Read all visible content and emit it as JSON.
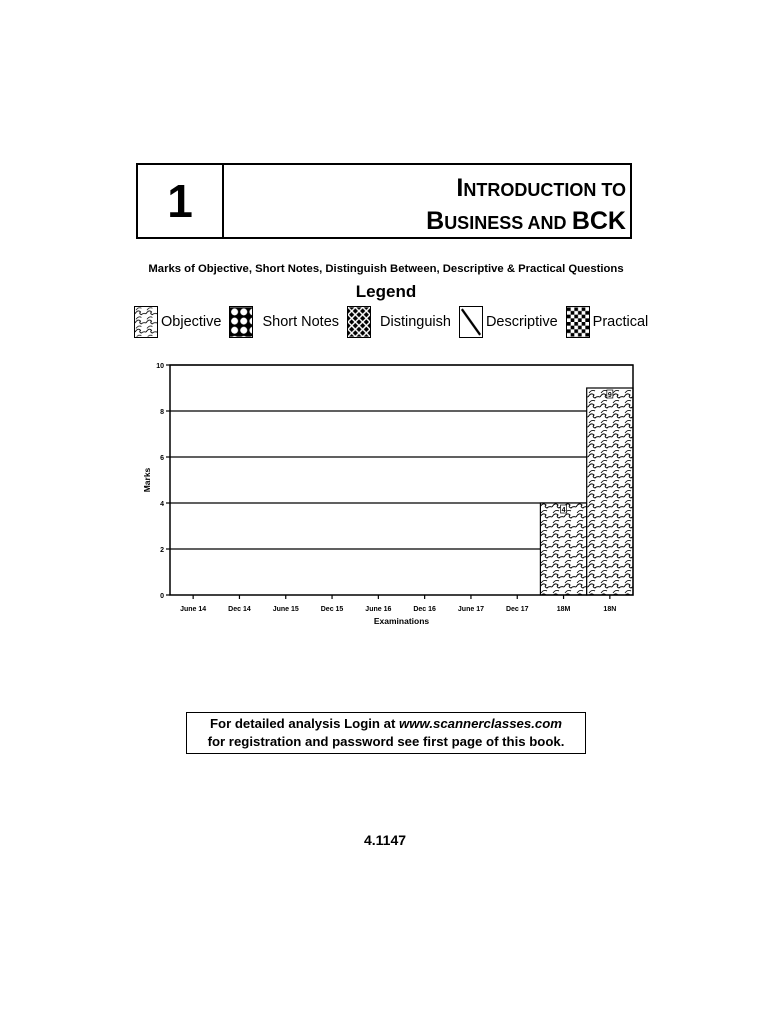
{
  "header": {
    "chapter_number": "1",
    "title_line1_initial": "I",
    "title_line1_rest": "NTRODUCTION TO",
    "title_line2_initial": "B",
    "title_line2_rest": "USINESS AND",
    "title_line2_end": "BCK"
  },
  "chart_subtitle": "Marks of Objective, Short Notes, Distinguish Between, Descriptive & Practical Questions",
  "legend": {
    "title": "Legend",
    "items": [
      {
        "label": "Objective",
        "pattern": "waves-icon"
      },
      {
        "label": "Short Notes",
        "pattern": "honeycomb-icon"
      },
      {
        "label": "Distinguish",
        "pattern": "weave-icon"
      },
      {
        "label": "Descriptive",
        "pattern": "diagonal-line-icon"
      },
      {
        "label": "Practical",
        "pattern": "checkerboard-icon"
      }
    ]
  },
  "chart_data": {
    "type": "bar",
    "title": "Marks of Objective, Short Notes, Distinguish Between, Descriptive & Practical Questions",
    "xlabel": "Examinations",
    "ylabel": "Marks",
    "ylim": [
      0,
      10
    ],
    "yticks": [
      "0",
      "2",
      "4",
      "6",
      "8",
      "10"
    ],
    "grid": true,
    "legend_position": "top",
    "stacked": true,
    "categories": [
      "June 14",
      "Dec 14",
      "June 15",
      "Dec 15",
      "June 16",
      "Dec 16",
      "June 17",
      "Dec 17",
      "18M",
      "18N"
    ],
    "series": [
      {
        "name": "Objective",
        "values": [
          0,
          0,
          0,
          0,
          0,
          0,
          0,
          0,
          4,
          9
        ]
      },
      {
        "name": "Short Notes",
        "values": [
          0,
          0,
          0,
          0,
          0,
          0,
          0,
          0,
          0,
          0
        ]
      },
      {
        "name": "Distinguish",
        "values": [
          0,
          0,
          0,
          0,
          0,
          0,
          0,
          0,
          0,
          0
        ]
      },
      {
        "name": "Descriptive",
        "values": [
          0,
          0,
          0,
          0,
          0,
          0,
          0,
          0,
          0,
          0
        ]
      },
      {
        "name": "Practical",
        "values": [
          0,
          0,
          0,
          0,
          0,
          0,
          0,
          0,
          0,
          0
        ]
      }
    ],
    "bar_labels": [
      "",
      "",
      "",
      "",
      "",
      "",
      "",
      "",
      "4",
      "9"
    ]
  },
  "footer": {
    "line1_prefix": "For detailed analysis Login at ",
    "line1_link": "www.scannerclasses.com",
    "line2": "for registration and password see first page of this book."
  },
  "page_number": "4.1147"
}
